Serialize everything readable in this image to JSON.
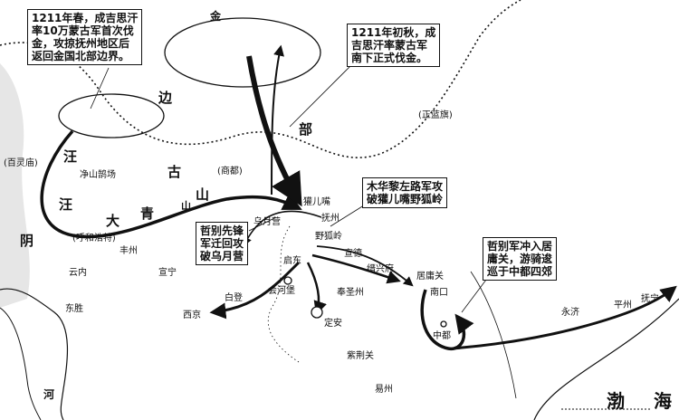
{
  "notes": {
    "top_left": [
      "1211年春，成吉思汗",
      "率10万蒙古军首次伐",
      "金，攻掠抚州地区后",
      "返回金国北部边界。"
    ],
    "top_right": [
      "1211年初秋，成",
      "吉思汗率蒙古军",
      "南下正式伐金。"
    ],
    "muhuali": [
      "木华黎左路军攻",
      "破獾儿嘴野狐岭"
    ],
    "zhebie_wuyue": [
      "哲别先锋",
      "军迁回攻",
      "破乌月营"
    ],
    "zhebie_juyong": [
      "哲别军冲入居",
      "庸关，游骑逡",
      "巡于中都四郊"
    ]
  },
  "region_labels": {
    "jin": "金",
    "bian": "边",
    "bu": "部",
    "wang": "汪",
    "gu": "古",
    "da": "大",
    "qing": "青",
    "shan": "山",
    "shan2": "山",
    "yin": "阴",
    "bohai_1": "渤",
    "bohai_2": "海",
    "he": "河"
  },
  "places": {
    "zhenglanqi": "(正蓝旗)",
    "bailingmiao": "(百灵庙)",
    "jingshan": "净山鹄场",
    "shangdu": "(商都)",
    "huhehaote": "(呼和浩特)",
    "fengzhou": "丰州",
    "yunnei": "云内",
    "dongsheng": "东胜",
    "xuanning": "宣宁",
    "wuyueying": "乌月营",
    "huanerzui": "獾儿嘴",
    "fuzhou": "抚州",
    "yehuling": "野狐岭",
    "xuande": "宣德",
    "jinde": "缙兴府",
    "juyongguan": "居庸关",
    "nankou": "南口",
    "zhongdu": "中都",
    "baideng": "白登",
    "xijing": "西京",
    "qidong": "启东",
    "huihebao": "会河堡",
    "fengshengzhou": "奉圣州",
    "dingan": "定安",
    "zijingguan": "紫荆关",
    "yizhou": "易州",
    "yongji": "永济",
    "pingzhou": "平州",
    "funing": "抚宁"
  },
  "colors": {
    "ink": "#111111",
    "background": "#ffffff",
    "shade": "#cfcfcf"
  }
}
